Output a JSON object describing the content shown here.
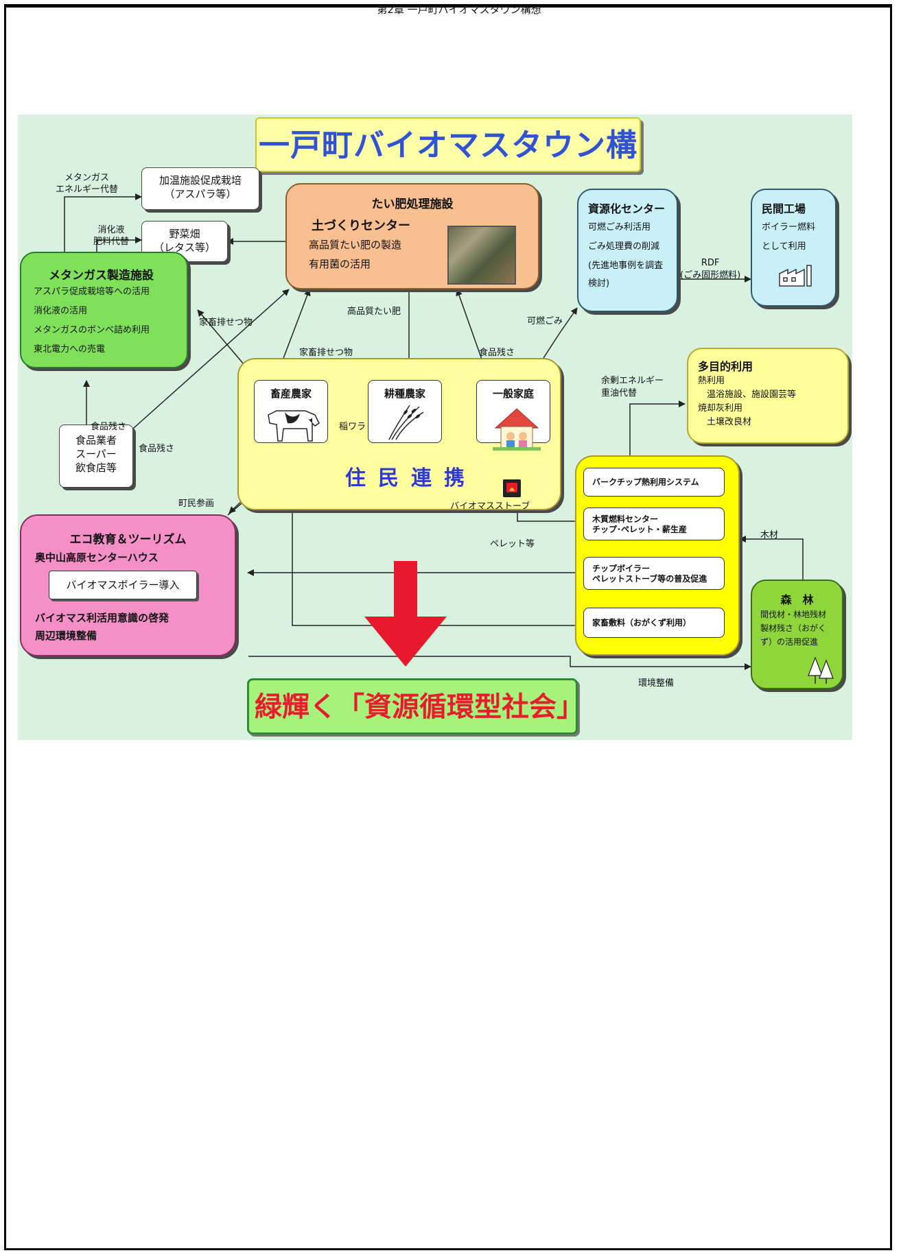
{
  "header": {
    "text": "第2章 一戸町バイオマスタウン構想"
  },
  "title": "一戸町バイオマスタウン構想",
  "final": "緑輝く「資源循環型社会」の構築",
  "boxes": {
    "asparagus": [
      "加温施設促成栽培",
      "（アスパラ等）"
    ],
    "vegetable": [
      "野菜畑",
      "（レタス等）"
    ],
    "compost": {
      "title": "たい肥処理施設",
      "subtitle": "土づくりセンター",
      "lines": [
        "高品質たい肥の製造",
        "有用菌の活用"
      ]
    },
    "recycle": {
      "title": "資源化センター",
      "lines": [
        "可燃ごみ利活用",
        "ごみ処理費の削減",
        "(先進地事例を調査",
        "検討)"
      ]
    },
    "factory": {
      "title": "民間工場",
      "lines": [
        "ボイラー燃料",
        "として利用"
      ]
    },
    "methane": {
      "title": "メタンガス製造施設",
      "lines": [
        "アスパラ促成栽培等への活用",
        "消化液の活用",
        "メタンガスのボンベ詰め利用",
        "東北電力への売電"
      ]
    },
    "multi": {
      "title": "多目的利用",
      "lines": [
        "熱利用",
        "　温浴施設、施設園芸等",
        "焼却灰利用",
        "　土壌改良材"
      ]
    },
    "food": [
      "食品業者",
      "スーパー",
      "飲食店等"
    ],
    "residents": {
      "label": "住民連携",
      "livestock": "畜産農家",
      "crop": "耕種農家",
      "home": "一般家庭",
      "stove": "バイオマスストーブ"
    },
    "eco": {
      "title": "エコ教育＆ツーリズム",
      "subtitle": "奥中山高原センターハウス",
      "inner": "バイオマスボイラー導入",
      "lines": [
        "バイオマス利活用意識の啓発",
        "周辺環境整備"
      ]
    },
    "wood": [
      "バークチップ熱利用システム",
      "木質燃料センター\nチップ･ペレット・薪生産",
      "チップボイラー\nペレットストーブ等の普及促進",
      "家畜敷料（おがくず利用）"
    ],
    "forest": {
      "title": "森　林",
      "lines": [
        "間伐材・林地残材",
        "製材残さ（おがく",
        "ず）の活用促進"
      ]
    }
  },
  "labels": {
    "methane_energy": "メタンガス\nエネルギー代替",
    "digestate": "消化液\n肥料代替",
    "manure1": "家畜排せつ物",
    "manure2": "家畜排せつ物",
    "hq_compost": "高品質たい肥",
    "food_waste1": "食品残さ",
    "food_waste2": "食品残さ",
    "food_waste3": "食品残さ",
    "combustible": "可燃ごみ",
    "rdf": "RDF\n(ごみ固形燃料)",
    "surplus": "余剰エネルギー\n重油代替",
    "straw": "稲ワラ",
    "participation": "町民参画",
    "pellets": "ペレット等",
    "timber": "木材",
    "environment": "環境整備"
  }
}
